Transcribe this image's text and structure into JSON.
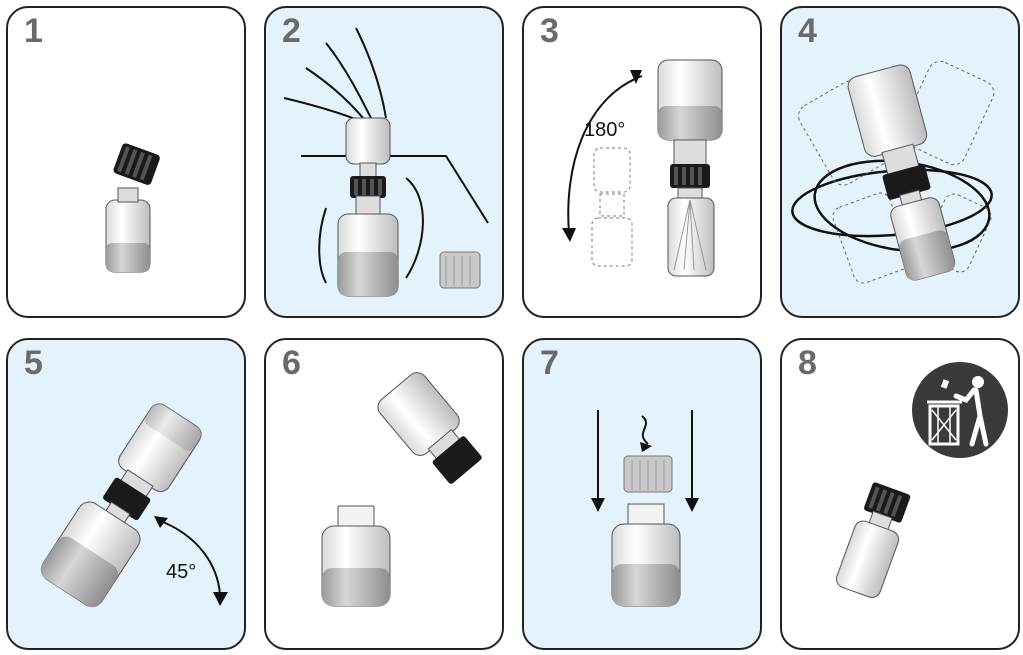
{
  "steps": [
    {
      "number": "1",
      "background": "white"
    },
    {
      "number": "2",
      "background": "blue"
    },
    {
      "number": "3",
      "background": "white",
      "angle_label": "180°"
    },
    {
      "number": "4",
      "background": "blue"
    },
    {
      "number": "5",
      "background": "blue",
      "angle_label": "45°"
    },
    {
      "number": "6",
      "background": "white"
    },
    {
      "number": "7",
      "background": "blue"
    },
    {
      "number": "8",
      "background": "white",
      "icon": "dispose-in-bin-icon"
    }
  ],
  "colors": {
    "panel_blue": "#e4f2fb",
    "border": "#222222",
    "number_grey": "#6a6a6a",
    "cap_black": "#1a1a1a",
    "liquid_grey": "#b5b5b5",
    "bin_icon_bg": "#3a3a3a"
  }
}
